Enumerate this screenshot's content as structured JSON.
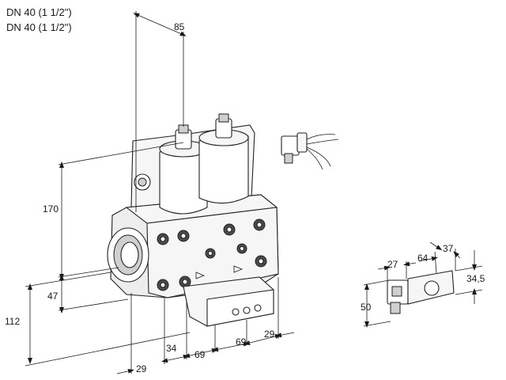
{
  "titles": {
    "line1": "DN 40 (1 1/2\")",
    "line2": "DN 40 (1 1/2\")"
  },
  "dimensions": {
    "top_width": "85",
    "height_total": "170",
    "height_lower": "47",
    "height_overall": "112",
    "bottom_29_left": "29",
    "bottom_34": "34",
    "bottom_69_a": "69",
    "bottom_69_b": "69",
    "bottom_29_right": "29",
    "plug_27": "27",
    "plug_64": "64",
    "plug_37": "37",
    "plug_34_5": "34,5",
    "plug_50": "50"
  }
}
